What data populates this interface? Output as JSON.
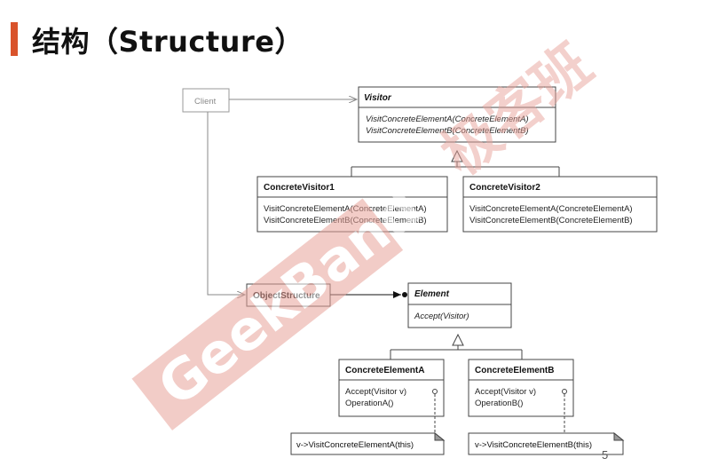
{
  "title": "结构（Structure）",
  "watermark": {
    "text": "GeekBand",
    "text_cn": "极客班",
    "color": "#e8a39a"
  },
  "accent_color": "#d9532b",
  "diagram": {
    "client": "Client",
    "visitor": {
      "name": "Visitor",
      "ops": [
        "VisitConcreteElementA(ConcreteElementA)",
        "VisitConcreteElementB(ConcreteElementB)"
      ]
    },
    "concrete_visitor1": {
      "name": "ConcreteVisitor1",
      "ops": [
        "VisitConcreteElementA(ConcreteElementA)",
        "VisitConcreteElementB(ConcreteElementB)"
      ]
    },
    "concrete_visitor2": {
      "name": "ConcreteVisitor2",
      "ops": [
        "VisitConcreteElementA(ConcreteElementA)",
        "VisitConcreteElementB(ConcreteElementB)"
      ]
    },
    "object_structure": "ObjectStructure",
    "element": {
      "name": "Element",
      "ops": [
        "Accept(Visitor)"
      ]
    },
    "concrete_element_a": {
      "name": "ConcreteElementA",
      "ops": [
        "Accept(Visitor v)",
        "OperationA()"
      ]
    },
    "concrete_element_b": {
      "name": "ConcreteElementB",
      "ops": [
        "Accept(Visitor v)",
        "OperationB()"
      ]
    },
    "note_a": "v->VisitConcreteElementA(this)",
    "note_b": "v->VisitConcreteElementB(this)"
  },
  "page_number": "5"
}
